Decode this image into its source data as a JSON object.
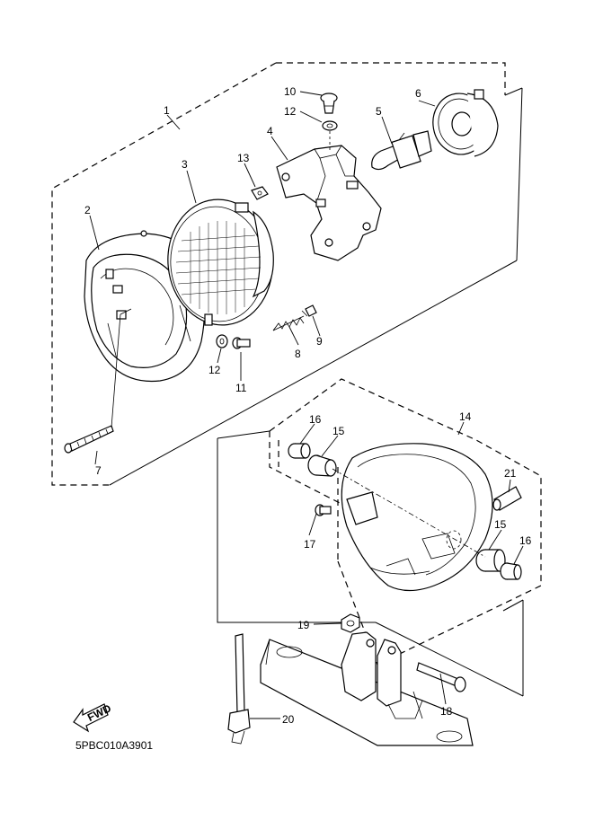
{
  "diagram": {
    "code": "5PBC010A3901",
    "fwd_label": "FWD",
    "callouts": [
      "1",
      "2",
      "3",
      "4",
      "5",
      "6",
      "7",
      "8",
      "9",
      "10",
      "11",
      "12",
      "12",
      "13",
      "14",
      "15",
      "15",
      "16",
      "16",
      "17",
      "18",
      "19",
      "20",
      "21"
    ]
  }
}
